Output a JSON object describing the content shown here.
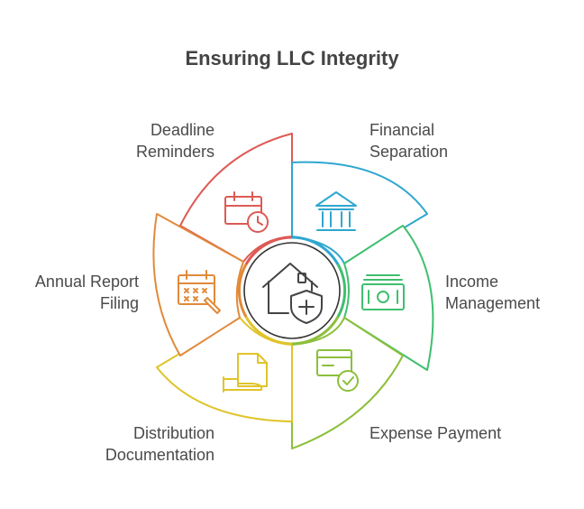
{
  "title": "Ensuring LLC Integrity",
  "center": {
    "icon": "house-shield-icon"
  },
  "segments": [
    {
      "id": "deadline-reminders",
      "lines": [
        "Deadline",
        "Reminders"
      ],
      "icon": "calendar-clock-icon",
      "color": "#dd5a55"
    },
    {
      "id": "financial-separation",
      "lines": [
        "Financial",
        "Separation"
      ],
      "icon": "bank-icon",
      "color": "#2fa7cf"
    },
    {
      "id": "income-management",
      "lines": [
        "Income",
        "Management"
      ],
      "icon": "cash-icon",
      "color": "#3fbf6f"
    },
    {
      "id": "expense-payment",
      "lines": [
        "Expense Payment"
      ],
      "icon": "card-check-icon",
      "color": "#8cbf3a"
    },
    {
      "id": "distribution-documentation",
      "lines": [
        "Distribution",
        "Documentation"
      ],
      "icon": "document-hand-icon",
      "color": "#e0c42a"
    },
    {
      "id": "annual-report-filing",
      "lines": [
        "Annual Report",
        "Filing"
      ],
      "icon": "calendar-pen-icon",
      "color": "#e08a3a"
    }
  ]
}
